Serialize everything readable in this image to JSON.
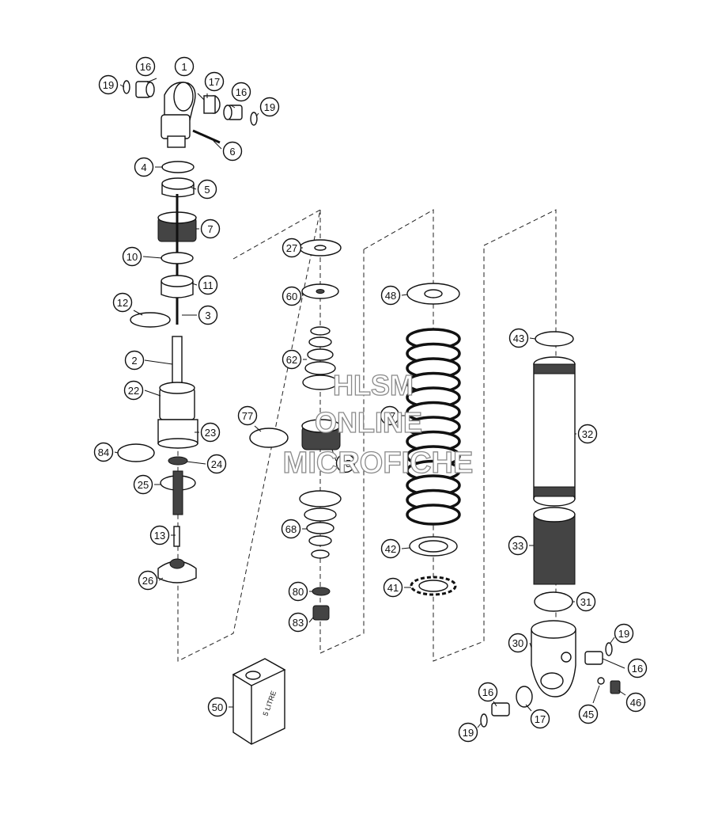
{
  "callouts": [
    "1",
    "2",
    "3",
    "4",
    "5",
    "6",
    "7",
    "10",
    "11",
    "12",
    "13",
    "16",
    "16",
    "16",
    "16",
    "17",
    "17",
    "19",
    "19",
    "19",
    "19",
    "22",
    "23",
    "24",
    "25",
    "26",
    "27",
    "30",
    "31",
    "32",
    "33",
    "41",
    "42",
    "43",
    "45",
    "46",
    "47",
    "48",
    "50",
    "60",
    "62",
    "68",
    "75",
    "77",
    "80",
    "83",
    "84"
  ],
  "can_label": "5 LITRE",
  "watermark": {
    "line1": "HLSM",
    "line2": "ONLINE",
    "line3": "MICROFICHE"
  }
}
